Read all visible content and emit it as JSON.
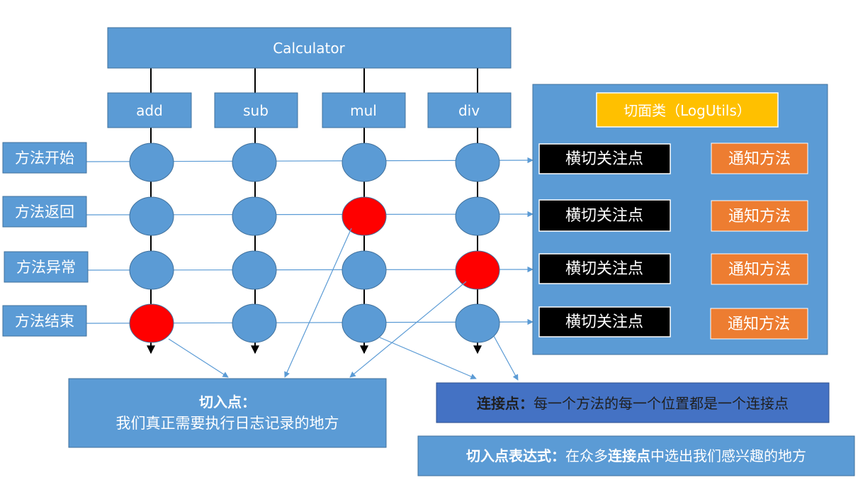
{
  "title": "Calculator",
  "methods": [
    "add",
    "sub",
    "mul",
    "div"
  ],
  "stages": [
    "方法开始",
    "方法返回",
    "方法异常",
    "方法结束"
  ],
  "aspect": {
    "title": "切面类（LogUtils）",
    "concern_label": "横切关注点",
    "advice_label": "通知方法"
  },
  "pointcut": {
    "title": "切入点：",
    "desc": "我们真正需要执行日志记录的地方"
  },
  "joinpoint": {
    "bold": "连接点：",
    "desc": "每一个方法的每一个位置都是一个连接点"
  },
  "expression": {
    "bold1": "切入点表达式：",
    "text1": "在众多",
    "bold2": "连接点",
    "text2": "中选出我们感兴趣的地方"
  },
  "highlighted": [
    [
      3,
      0
    ],
    [
      1,
      2
    ],
    [
      2,
      3
    ]
  ],
  "colors": {
    "box_blue": "#5b9bd5",
    "box_stroke": "#41719c",
    "node_red": "#ff0000",
    "aspect_yellow": "#ffc000",
    "advice_orange": "#ed7d31",
    "joinpoint_blue": "#4472c4"
  }
}
